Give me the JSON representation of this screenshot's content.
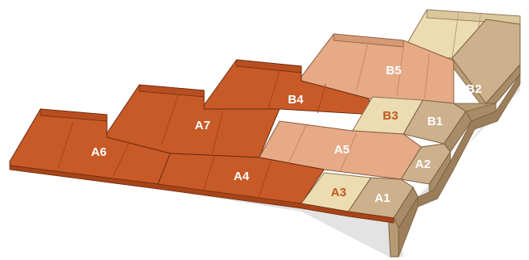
{
  "labels": {
    "a1": "A1",
    "a2": "A2",
    "a3": "A3",
    "a4": "A4",
    "a5": "A5",
    "a6": "A6",
    "a7": "A7",
    "b1": "B1",
    "b2": "B2",
    "b3": "B3",
    "b4": "B4",
    "b5": "B5"
  },
  "colors": {
    "terracotta": "#c85a28",
    "terracotta_dark": "#a84418",
    "salmon": "#e6aa86",
    "salmon_dark": "#c98a64",
    "cream": "#ecdcb2",
    "cream_dark": "#d4c294",
    "tan": "#cdb08c",
    "tan_dark": "#a88c68",
    "label_white": "#ffffff",
    "label_accent": "#c0581e"
  }
}
